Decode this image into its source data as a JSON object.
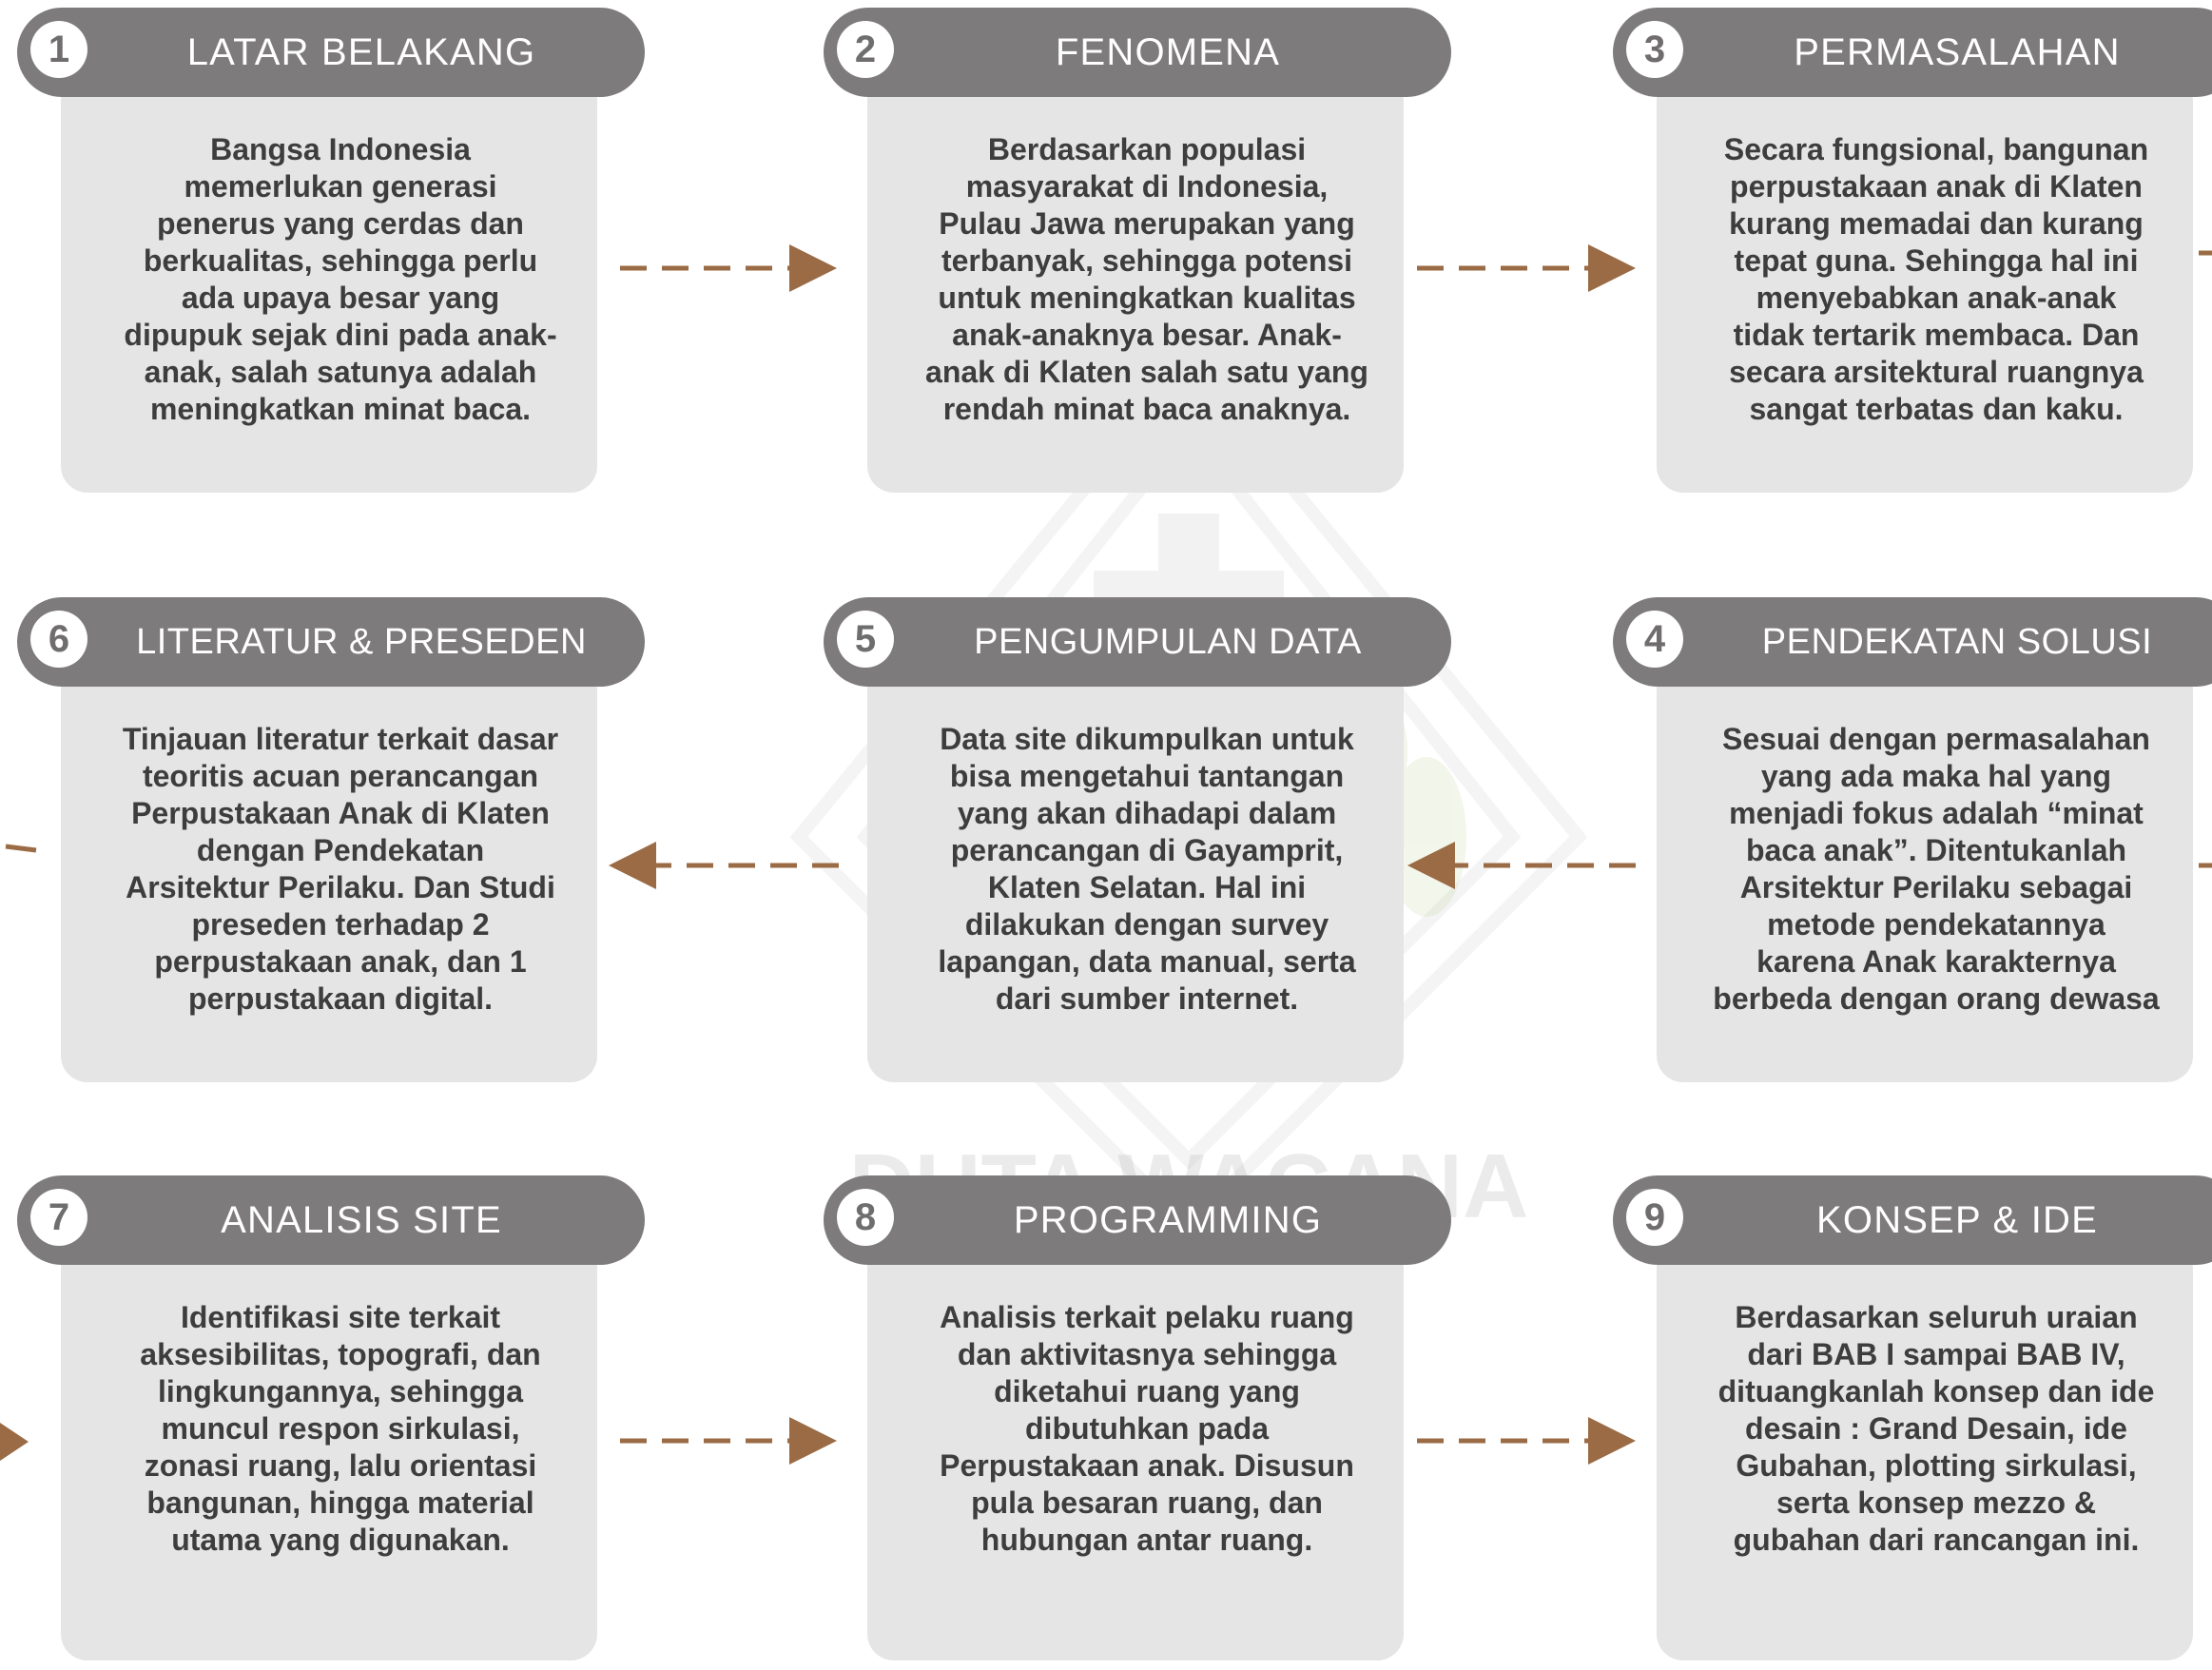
{
  "steps": [
    {
      "number": "1",
      "title": "LATAR BELAKANG",
      "text": "Bangsa Indonesia\nmemerlukan generasi\npenerus yang cerdas dan\nberkualitas, sehingga perlu\nada upaya besar yang\ndipupuk sejak dini pada anak-\nanak, salah satunya adalah\nmeningkatkan minat baca."
    },
    {
      "number": "2",
      "title": "FENOMENA",
      "text": "Berdasarkan populasi\nmasyarakat di Indonesia,\nPulau Jawa merupakan yang\nterbanyak, sehingga potensi\nuntuk meningkatkan kualitas\nanak-anaknya besar. Anak-\nanak di Klaten salah satu yang\nrendah minat baca anaknya."
    },
    {
      "number": "3",
      "title": "PERMASALAHAN",
      "text": "Secara fungsional, bangunan\nperpustakaan anak di Klaten\nkurang memadai dan kurang\ntepat guna. Sehingga hal ini\nmenyebabkan anak-anak\ntidak tertarik membaca. Dan\nsecara arsitektural ruangnya\nsangat terbatas dan kaku."
    },
    {
      "number": "4",
      "title": "PENDEKATAN SOLUSI",
      "text": "Sesuai dengan permasalahan\nyang ada maka hal yang\nmenjadi fokus adalah “minat\nbaca anak”. Ditentukanlah\nArsitektur Perilaku sebagai\nmetode pendekatannya\nkarena Anak karakternya\nberbeda dengan orang dewasa"
    },
    {
      "number": "5",
      "title": "PENGUMPULAN DATA",
      "text": "Data site dikumpulkan untuk\nbisa mengetahui tantangan\nyang akan dihadapi dalam\nperancangan di Gayamprit,\nKlaten Selatan. Hal ini\ndilakukan dengan survey\nlapangan, data manual, serta\ndari sumber internet."
    },
    {
      "number": "6",
      "title": "LITERATUR & PRESEDEN",
      "text": "Tinjauan literatur terkait dasar\nteoritis acuan perancangan\nPerpustakaan Anak di Klaten\ndengan Pendekatan\nArsitektur Perilaku. Dan Studi\npreseden terhadap 2\nperpustakaan anak, dan 1\nperpustakaan digital."
    },
    {
      "number": "7",
      "title": "ANALISIS SITE",
      "text": "Identifikasi site terkait\naksesibilitas, topografi, dan\nlingkungannya, sehingga\nmuncul respon sirkulasi,\nzonasi ruang, lalu orientasi\nbangunan, hingga material\nutama yang digunakan."
    },
    {
      "number": "8",
      "title": "PROGRAMMING",
      "text": "Analisis terkait pelaku ruang\ndan aktivitasnya sehingga\ndiketahui ruang yang\ndibutuhkan pada\nPerpustakaan anak. Disusun\npula besaran ruang, dan\nhubungan antar ruang."
    },
    {
      "number": "9",
      "title": "KONSEP & IDE",
      "text": "Berdasarkan seluruh uraian\ndari BAB I sampai BAB IV,\ndituangkanlah konsep dan ide\ndesain : Grand Desain, ide\nGubahan, plotting sirkulasi,\nserta konsep mezzo &\ngubahan dari rancangan ini."
    }
  ],
  "watermark": {
    "text": "DUTA WACANA"
  },
  "colors": {
    "header": "#7d7b7b",
    "card": "#e5e5e5",
    "arrow": "#9a6b44",
    "text": "#3d3d3d"
  }
}
